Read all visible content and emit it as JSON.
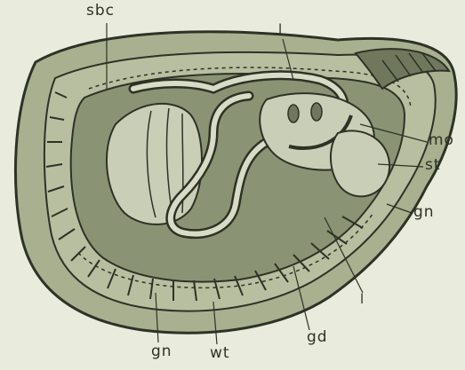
{
  "labels": {
    "sbc": "sbc",
    "l_top": "l",
    "mo": "mo",
    "st": "st",
    "gn_right": "gn",
    "l_bottom": "l",
    "gd": "gd",
    "gn_bottom": "gn",
    "wt": "wt"
  },
  "colors": {
    "background": "#e9ecdc",
    "body_fill": "#a8b08f",
    "inner_fill": "#8a9474",
    "organ_fill": "#d7dcc6",
    "ink": "#2e3226"
  }
}
